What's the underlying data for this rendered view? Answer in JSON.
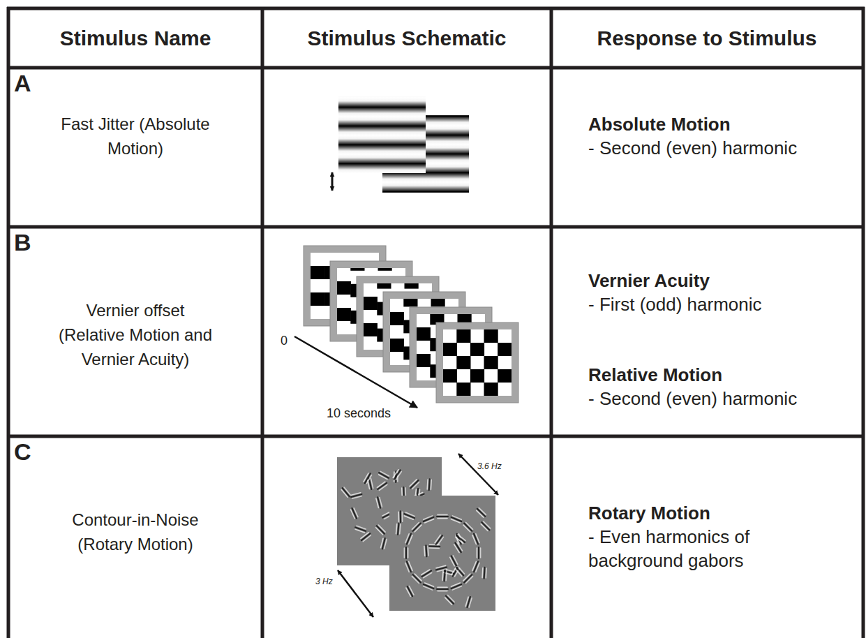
{
  "diagram": {
    "labels": [
      "Stimulus Name",
      "Stimulus Schematic",
      "Response to Stimulus",
      "A",
      "Fast Jitter (Absolute Motion)",
      "Absolute Motion",
      "- Second (even) harmonic",
      "B",
      "Vernier offset (Relative Motion and Vernier Acuity)",
      "0",
      "10 seconds",
      "Vernier Acuity",
      "- First (odd) harmonic",
      "Relative Motion",
      "- Second (even) harmonic",
      "C",
      "Contour-in-Noise (Rotary Motion)",
      "3.6 Hz",
      "3 Hz",
      "Rotary Motion",
      "- Even harmonics of background gabors"
    ]
  }
}
